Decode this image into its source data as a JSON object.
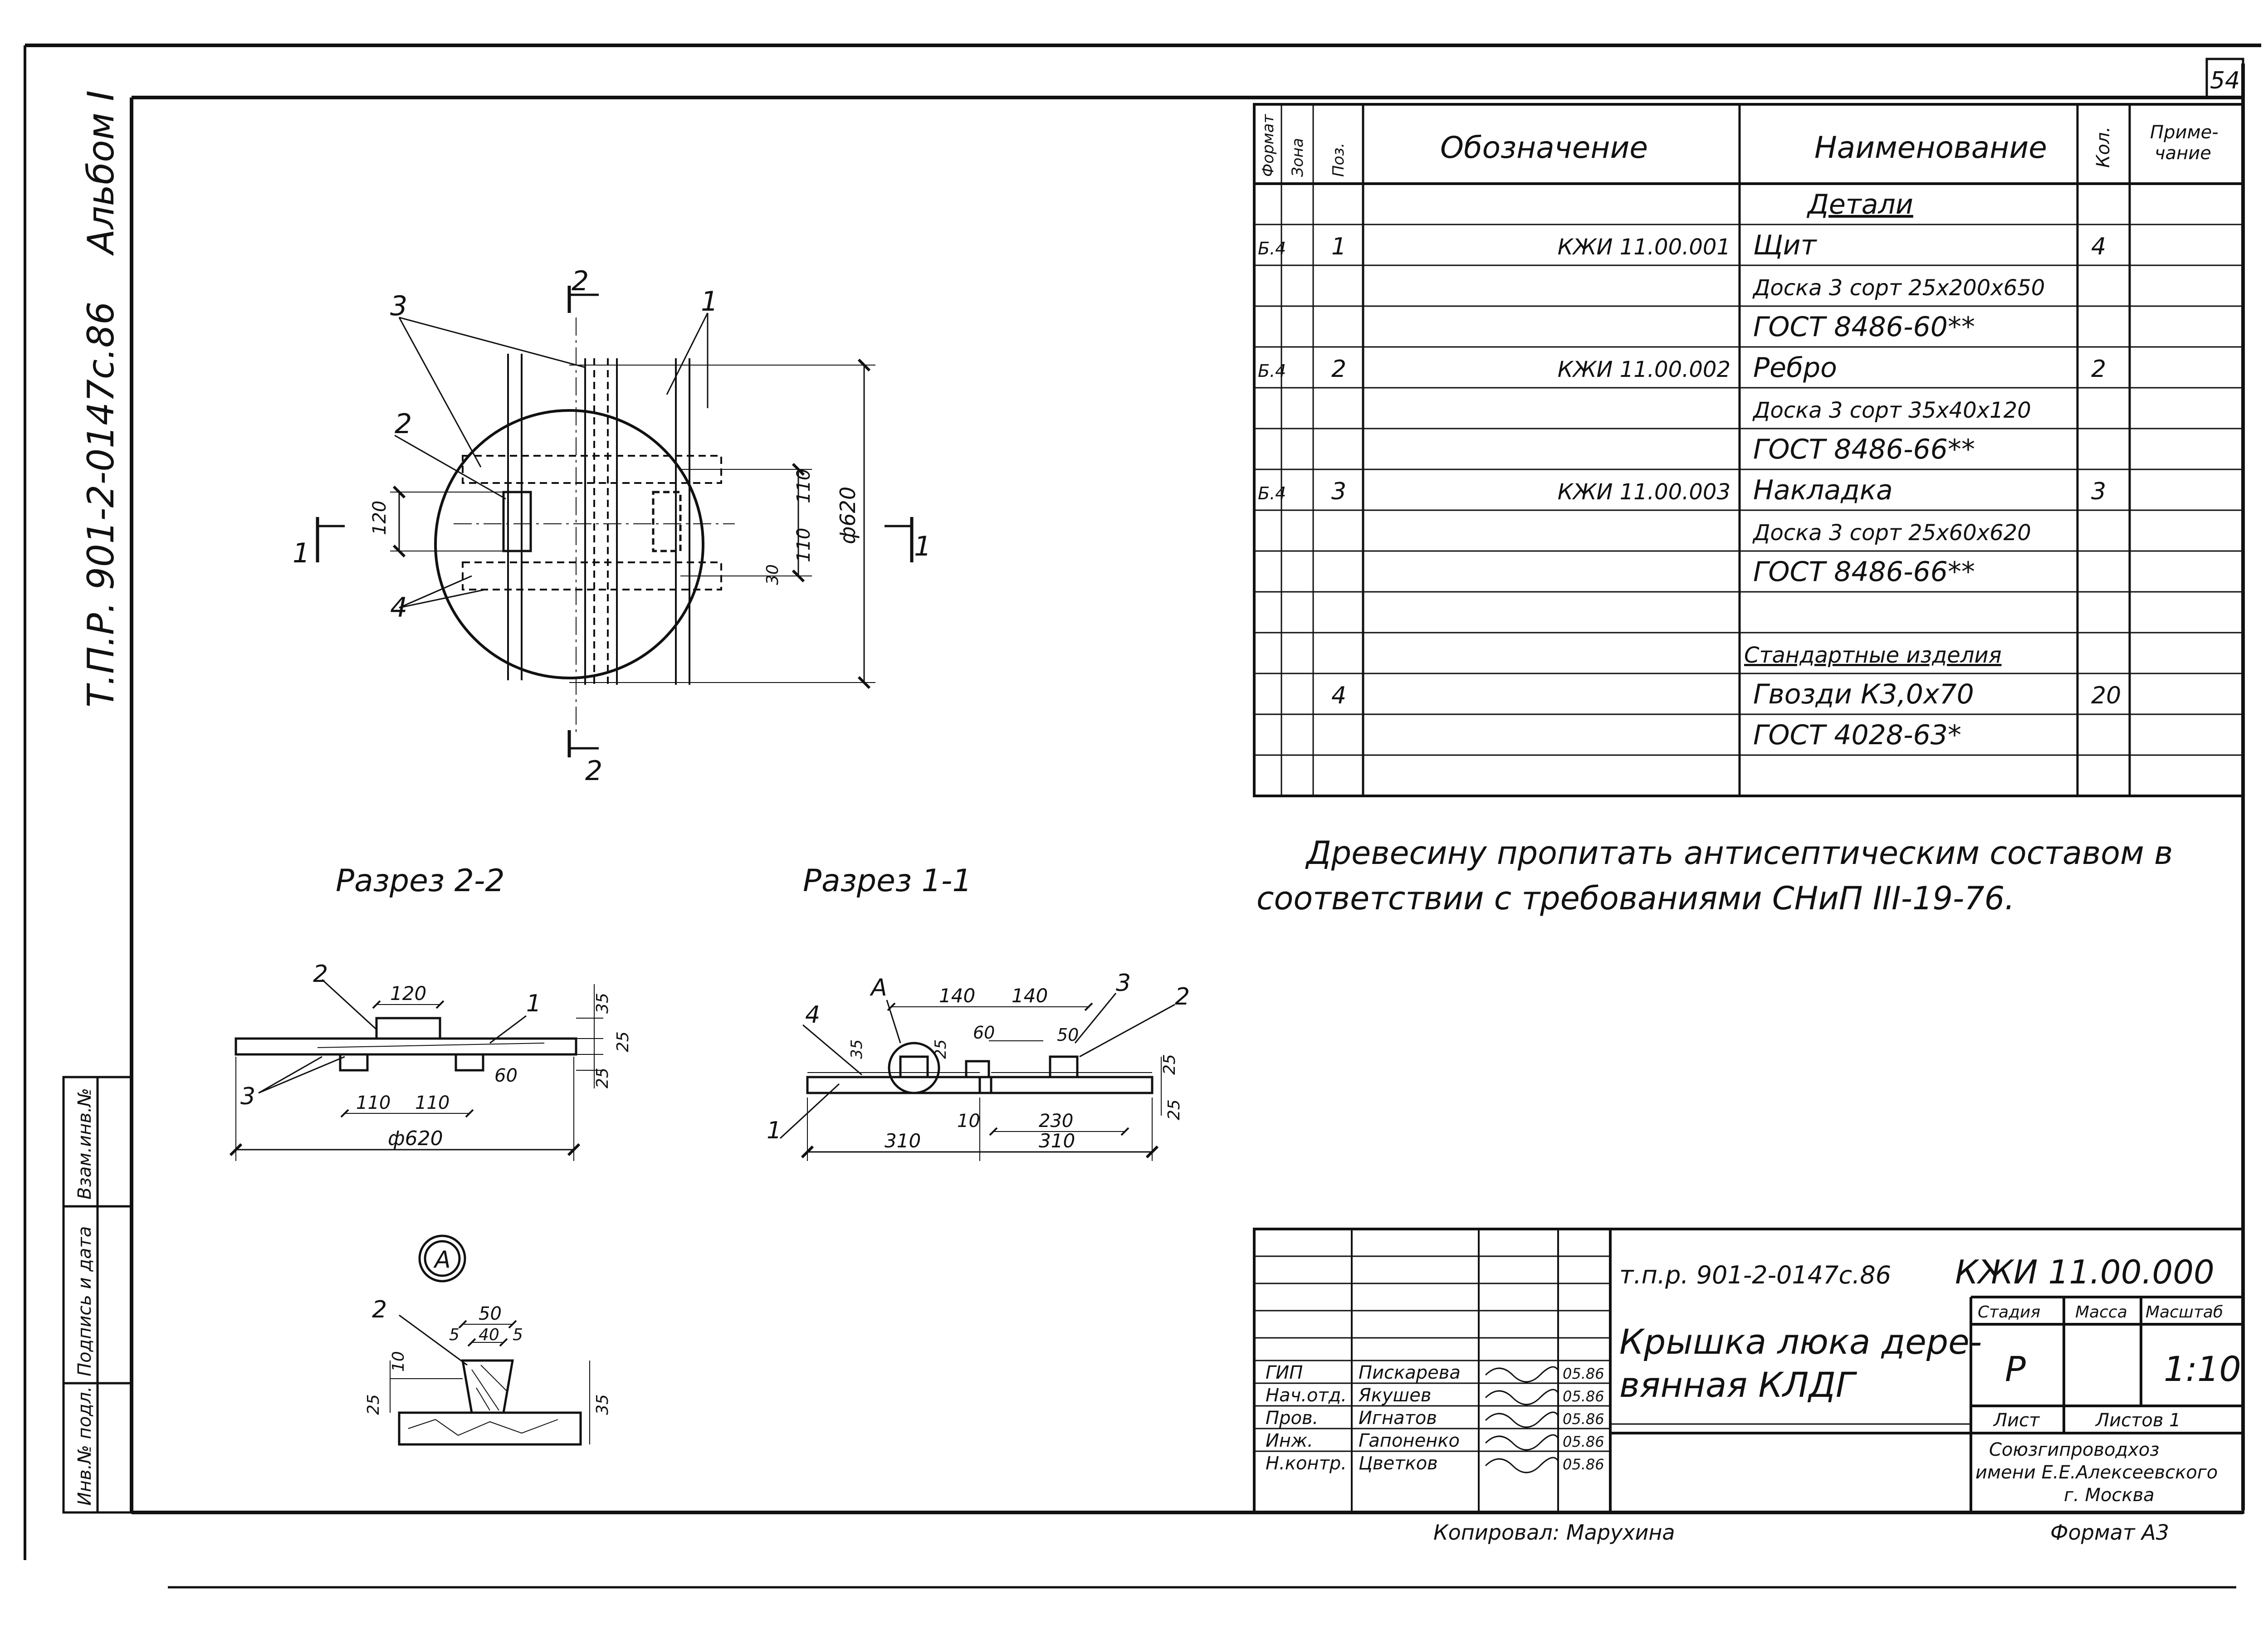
{
  "sheet_number": "54",
  "album_label": "Альбом I",
  "project_code_vertical": "Т.П.Р. 901-2-0147с.86",
  "left_stamp": [
    "Инв.№ подл.",
    "Подпись и дата",
    "Взам.инв.№"
  ],
  "spec_table": {
    "headers": [
      "Формат",
      "Зона",
      "Поз.",
      "Обозначение",
      "Наименование",
      "Кол.",
      "Приме-\nчание"
    ],
    "rows": [
      {
        "fmt": "",
        "zone": "",
        "pos": "",
        "code": "",
        "name": "Детали",
        "qty": "",
        "note": "",
        "underline": true
      },
      {
        "fmt": "Б.4",
        "zone": "",
        "pos": "1",
        "code": "КЖИ 11.00.001",
        "name": "Щит",
        "qty": "4",
        "note": ""
      },
      {
        "fmt": "",
        "zone": "",
        "pos": "",
        "code": "",
        "name": "Доска 3 сорт 25х200х650",
        "qty": "",
        "note": ""
      },
      {
        "fmt": "",
        "zone": "",
        "pos": "",
        "code": "",
        "name": "ГОСТ 8486-60**",
        "qty": "",
        "note": ""
      },
      {
        "fmt": "Б.4",
        "zone": "",
        "pos": "2",
        "code": "КЖИ 11.00.002",
        "name": "Ребро",
        "qty": "2",
        "note": ""
      },
      {
        "fmt": "",
        "zone": "",
        "pos": "",
        "code": "",
        "name": "Доска 3 сорт 35х40х120",
        "qty": "",
        "note": ""
      },
      {
        "fmt": "",
        "zone": "",
        "pos": "",
        "code": "",
        "name": "ГОСТ 8486-66**",
        "qty": "",
        "note": ""
      },
      {
        "fmt": "Б.4",
        "zone": "",
        "pos": "3",
        "code": "КЖИ 11.00.003",
        "name": "Накладка",
        "qty": "3",
        "note": ""
      },
      {
        "fmt": "",
        "zone": "",
        "pos": "",
        "code": "",
        "name": "Доска 3 сорт 25х60х620",
        "qty": "",
        "note": ""
      },
      {
        "fmt": "",
        "zone": "",
        "pos": "",
        "code": "",
        "name": "ГОСТ 8486-66**",
        "qty": "",
        "note": ""
      },
      {
        "fmt": "",
        "zone": "",
        "pos": "",
        "code": "",
        "name": "",
        "qty": "",
        "note": ""
      },
      {
        "fmt": "",
        "zone": "",
        "pos": "",
        "code": "",
        "name": "Стандартные изделия",
        "qty": "",
        "note": "",
        "underline": true
      },
      {
        "fmt": "",
        "zone": "",
        "pos": "4",
        "code": "",
        "name": "Гвозди К3,0х70",
        "qty": "20",
        "note": ""
      },
      {
        "fmt": "",
        "zone": "",
        "pos": "",
        "code": "",
        "name": "ГОСТ 4028-63*",
        "qty": "",
        "note": ""
      },
      {
        "fmt": "",
        "zone": "",
        "pos": "",
        "code": "",
        "name": "",
        "qty": "",
        "note": ""
      }
    ]
  },
  "note_line1": "Древесину пропитать антисептическим составом в",
  "note_line2": "соответствии с требованиями   СНиП III-19-76.",
  "section_labels": {
    "s22": "Разрез 2-2",
    "s11": "Разрез 1-1"
  },
  "plan_view": {
    "dia": "ф620",
    "d120": "120",
    "d110a": "110",
    "d110b": "110",
    "d30": "30",
    "cut1": "1",
    "cut2": "2",
    "pos1": "1",
    "pos2": "2",
    "pos3": "3",
    "pos4": "4"
  },
  "section_22": {
    "d120": "120",
    "d35": "35",
    "d25a": "25",
    "d25b": "25",
    "d110a": "110",
    "d110b": "110",
    "d60": "60",
    "dia": "ф620",
    "pos1": "1",
    "pos2": "2",
    "pos3": "3"
  },
  "section_11": {
    "a": "А",
    "d140a": "140",
    "d140b": "140",
    "d60": "60",
    "d50": "50",
    "d35": "35",
    "d25a": "25",
    "d25b": "25",
    "d25c": "25",
    "d10": "10",
    "d230": "230",
    "d310a": "310",
    "d310b": "310",
    "pos1": "1",
    "pos2": "2",
    "pos3": "3",
    "pos4": "4"
  },
  "detail_a": {
    "mark": "А",
    "d50": "50",
    "d5a": "5",
    "d40": "40",
    "d5b": "5",
    "d10": "10",
    "d25": "25",
    "d35": "35",
    "pos2": "2"
  },
  "title_block": {
    "project": "т.п.р. 901-2-0147с.86",
    "code": "КЖИ 11.00.000",
    "title_line1": "Крышка люка дере-",
    "title_line2": "вянная  КЛДГ",
    "stage_label": "Стадия",
    "mass_label": "Масса",
    "scale_label": "Масштаб",
    "stage": "Р",
    "mass": "",
    "scale": "1:10",
    "sheet_label": "Лист",
    "sheets_label": "Листов 1",
    "org_line1": "Союзгипроводхоз",
    "org_line2": "имени Е.Е.Алексеевского",
    "org_line3": "г. Москва",
    "signers": [
      {
        "role": "ГИП",
        "name": "Пискарева",
        "date": "05.86"
      },
      {
        "role": "Нач.отд.",
        "name": "Якушев",
        "date": "05.86"
      },
      {
        "role": "Пров.",
        "name": "Игнатов",
        "date": "05.86"
      },
      {
        "role": "Инж.",
        "name": "Гапоненко",
        "date": "05.86"
      },
      {
        "role": "Н.контр.",
        "name": "Цветков",
        "date": "05.86"
      }
    ]
  },
  "copied_by": "Копировал:  Марухина",
  "format": "Формат А3"
}
